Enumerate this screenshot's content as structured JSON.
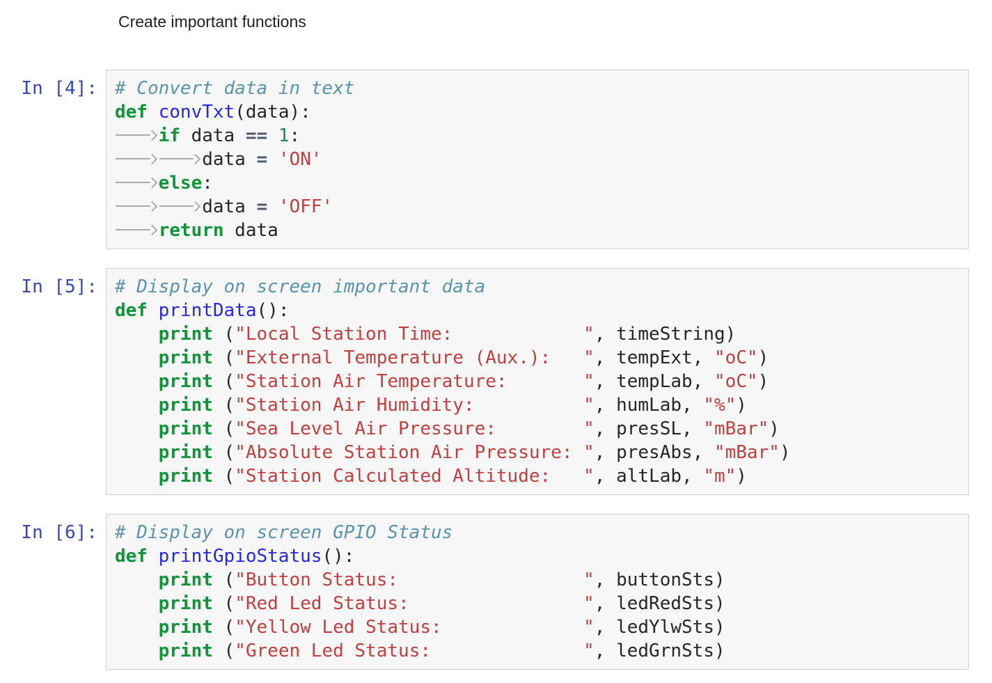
{
  "heading": {
    "text": "Create important functions"
  },
  "colors": {
    "keyword": "#0f9438",
    "function_name": "#2727e0",
    "string": "#bf4040",
    "comment": "#5b94a8",
    "number": "#1f8e4d",
    "operator": "#50596b",
    "plain": "#262626",
    "prompt": "#3a47ad",
    "cell_background": "#f7f7f7",
    "cell_border": "#cfcfcf",
    "tab_arrow": "#ababab",
    "page_background": "#ffffff",
    "heading_text": "#1f1f1f"
  },
  "cells": [
    {
      "prompt": "In [4]:",
      "lines": [
        [
          {
            "t": "c",
            "v": "# Convert data in text"
          }
        ],
        [
          {
            "t": "k",
            "v": "def"
          },
          {
            "t": "p",
            "v": " "
          },
          {
            "t": "nf",
            "v": "convTxt"
          },
          {
            "t": "p",
            "v": "(data):"
          }
        ],
        [
          {
            "t": "tab"
          },
          {
            "t": "k",
            "v": "if"
          },
          {
            "t": "p",
            "v": " data "
          },
          {
            "t": "o",
            "v": "=="
          },
          {
            "t": "p",
            "v": " "
          },
          {
            "t": "mi",
            "v": "1"
          },
          {
            "t": "p",
            "v": ":"
          }
        ],
        [
          {
            "t": "tab"
          },
          {
            "t": "tab"
          },
          {
            "t": "p",
            "v": "data "
          },
          {
            "t": "o",
            "v": "="
          },
          {
            "t": "p",
            "v": " "
          },
          {
            "t": "s",
            "v": "'ON'"
          }
        ],
        [
          {
            "t": "tab"
          },
          {
            "t": "k",
            "v": "else"
          },
          {
            "t": "p",
            "v": ":"
          }
        ],
        [
          {
            "t": "tab"
          },
          {
            "t": "tab"
          },
          {
            "t": "p",
            "v": "data "
          },
          {
            "t": "o",
            "v": "="
          },
          {
            "t": "p",
            "v": " "
          },
          {
            "t": "s",
            "v": "'OFF'"
          }
        ],
        [
          {
            "t": "tab"
          },
          {
            "t": "k",
            "v": "return"
          },
          {
            "t": "p",
            "v": " data"
          }
        ]
      ]
    },
    {
      "prompt": "In [5]:",
      "lines": [
        [
          {
            "t": "c",
            "v": "# Display on screen important data"
          }
        ],
        [
          {
            "t": "k",
            "v": "def"
          },
          {
            "t": "p",
            "v": " "
          },
          {
            "t": "nf",
            "v": "printData"
          },
          {
            "t": "p",
            "v": "():"
          }
        ],
        [
          {
            "t": "p",
            "v": "    "
          },
          {
            "t": "k",
            "v": "print"
          },
          {
            "t": "p",
            "v": " ("
          },
          {
            "t": "s",
            "v": "\"Local Station Time:            \""
          },
          {
            "t": "p",
            "v": ", timeString)"
          }
        ],
        [
          {
            "t": "p",
            "v": "    "
          },
          {
            "t": "k",
            "v": "print"
          },
          {
            "t": "p",
            "v": " ("
          },
          {
            "t": "s",
            "v": "\"External Temperature (Aux.):   \""
          },
          {
            "t": "p",
            "v": ", tempExt, "
          },
          {
            "t": "s",
            "v": "\"oC\""
          },
          {
            "t": "p",
            "v": ")"
          }
        ],
        [
          {
            "t": "p",
            "v": "    "
          },
          {
            "t": "k",
            "v": "print"
          },
          {
            "t": "p",
            "v": " ("
          },
          {
            "t": "s",
            "v": "\"Station Air Temperature:       \""
          },
          {
            "t": "p",
            "v": ", tempLab, "
          },
          {
            "t": "s",
            "v": "\"oC\""
          },
          {
            "t": "p",
            "v": ")"
          }
        ],
        [
          {
            "t": "p",
            "v": "    "
          },
          {
            "t": "k",
            "v": "print"
          },
          {
            "t": "p",
            "v": " ("
          },
          {
            "t": "s",
            "v": "\"Station Air Humidity:          \""
          },
          {
            "t": "p",
            "v": ", humLab, "
          },
          {
            "t": "s",
            "v": "\"%\""
          },
          {
            "t": "p",
            "v": ")"
          }
        ],
        [
          {
            "t": "p",
            "v": "    "
          },
          {
            "t": "k",
            "v": "print"
          },
          {
            "t": "p",
            "v": " ("
          },
          {
            "t": "s",
            "v": "\"Sea Level Air Pressure:        \""
          },
          {
            "t": "p",
            "v": ", presSL, "
          },
          {
            "t": "s",
            "v": "\"mBar\""
          },
          {
            "t": "p",
            "v": ")"
          }
        ],
        [
          {
            "t": "p",
            "v": "    "
          },
          {
            "t": "k",
            "v": "print"
          },
          {
            "t": "p",
            "v": " ("
          },
          {
            "t": "s",
            "v": "\"Absolute Station Air Pressure: \""
          },
          {
            "t": "p",
            "v": ", presAbs, "
          },
          {
            "t": "s",
            "v": "\"mBar\""
          },
          {
            "t": "p",
            "v": ")"
          }
        ],
        [
          {
            "t": "p",
            "v": "    "
          },
          {
            "t": "k",
            "v": "print"
          },
          {
            "t": "p",
            "v": " ("
          },
          {
            "t": "s",
            "v": "\"Station Calculated Altitude:   \""
          },
          {
            "t": "p",
            "v": ", altLab, "
          },
          {
            "t": "s",
            "v": "\"m\""
          },
          {
            "t": "p",
            "v": ")"
          }
        ]
      ]
    },
    {
      "prompt": "In [6]:",
      "lines": [
        [
          {
            "t": "c",
            "v": "# Display on screen GPIO Status"
          }
        ],
        [
          {
            "t": "k",
            "v": "def"
          },
          {
            "t": "p",
            "v": " "
          },
          {
            "t": "nf",
            "v": "printGpioStatus"
          },
          {
            "t": "p",
            "v": "():"
          }
        ],
        [
          {
            "t": "p",
            "v": "    "
          },
          {
            "t": "k",
            "v": "print"
          },
          {
            "t": "p",
            "v": " ("
          },
          {
            "t": "s",
            "v": "\"Button Status:                 \""
          },
          {
            "t": "p",
            "v": ", buttonSts)"
          }
        ],
        [
          {
            "t": "p",
            "v": "    "
          },
          {
            "t": "k",
            "v": "print"
          },
          {
            "t": "p",
            "v": " ("
          },
          {
            "t": "s",
            "v": "\"Red Led Status:                \""
          },
          {
            "t": "p",
            "v": ", ledRedSts)"
          }
        ],
        [
          {
            "t": "p",
            "v": "    "
          },
          {
            "t": "k",
            "v": "print"
          },
          {
            "t": "p",
            "v": " ("
          },
          {
            "t": "s",
            "v": "\"Yellow Led Status:             \""
          },
          {
            "t": "p",
            "v": ", ledYlwSts)"
          }
        ],
        [
          {
            "t": "p",
            "v": "    "
          },
          {
            "t": "k",
            "v": "print"
          },
          {
            "t": "p",
            "v": " ("
          },
          {
            "t": "s",
            "v": "\"Green Led Status:              \""
          },
          {
            "t": "p",
            "v": ", ledGrnSts)"
          }
        ]
      ]
    }
  ]
}
